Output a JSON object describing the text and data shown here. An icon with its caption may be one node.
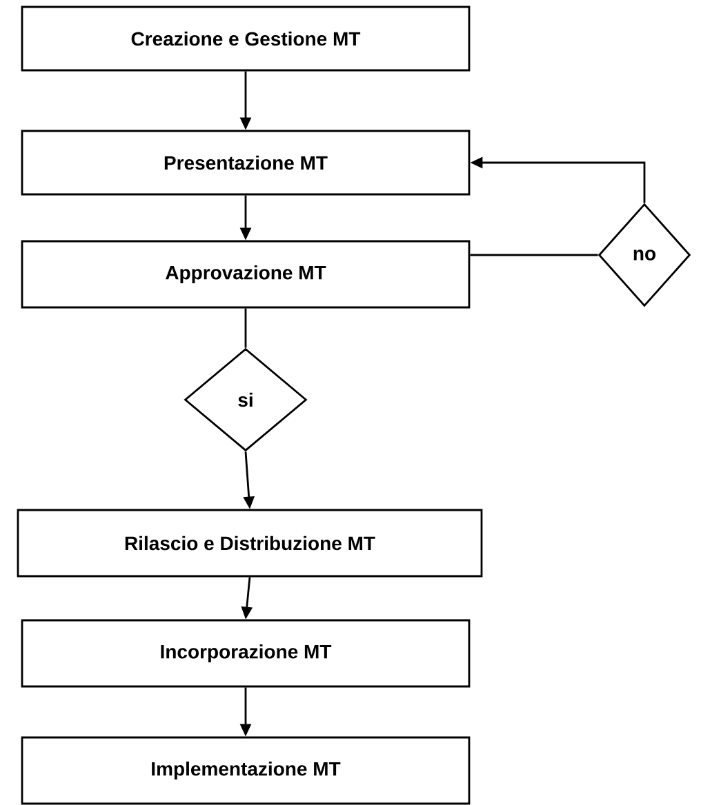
{
  "diagram": {
    "nodes": [
      {
        "text": [
          "Creazione e Gestione MT"
        ]
      },
      {
        "text": [
          "Presentazione MT"
        ]
      },
      {
        "text": [
          "Approvazione MT"
        ]
      },
      {
        "text": [
          "no"
        ]
      },
      {
        "text": [
          "si"
        ]
      },
      {
        "text": [
          "Rilascio e Distribuzione MT"
        ]
      },
      {
        "text": [
          "Incorporazione MT"
        ]
      },
      {
        "text": [
          "Implementazione MT"
        ]
      }
    ],
    "edges": [
      {
        "from": 0,
        "to": 1,
        "arrow": "to"
      },
      {
        "from": 1,
        "to": 2,
        "arrow": "to"
      },
      {
        "from": 2,
        "to": 3,
        "arrow": "none"
      },
      {
        "from": 3,
        "to": 1,
        "arrow": "to"
      },
      {
        "from": 2,
        "to": 4,
        "arrow": "none"
      },
      {
        "from": 4,
        "to": 5,
        "arrow": "to"
      },
      {
        "from": 5,
        "to": 6,
        "arrow": "to"
      },
      {
        "from": 6,
        "to": 7,
        "arrow": "to"
      }
    ]
  }
}
